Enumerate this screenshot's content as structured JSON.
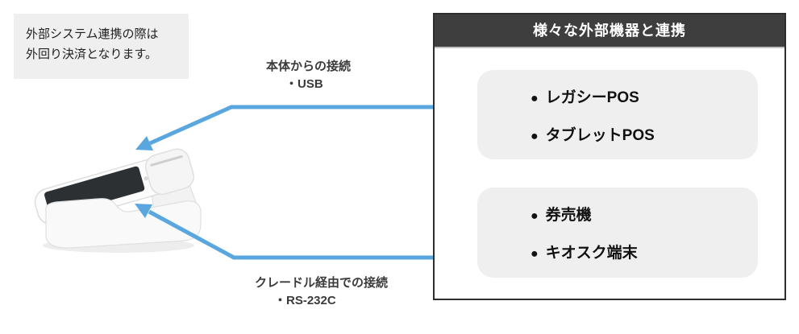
{
  "note": {
    "line1": "外部システム連携の際は",
    "line2": "外回り決済となります。"
  },
  "connections": {
    "top": {
      "title": "本体からの接続",
      "detail": "・USB"
    },
    "bottom": {
      "title": "クレードル経由での接続",
      "detail": "・RS-232C"
    }
  },
  "panel": {
    "title": "様々な外部機器と連携",
    "bullet": "●",
    "groups": [
      {
        "items": [
          "レガシーPOS",
          "タブレットPOS"
        ]
      },
      {
        "items": [
          "券売機",
          "キオスク端末"
        ]
      }
    ]
  },
  "colors": {
    "arrow_blue": "#5AA7DF",
    "panel_header_bg": "#3E3E3E",
    "panel_border": "#2E2E2E",
    "group_box_bg": "#EFEFEF",
    "note_box_bg": "#EFEFEF",
    "screen_dark": "#2D3033"
  }
}
